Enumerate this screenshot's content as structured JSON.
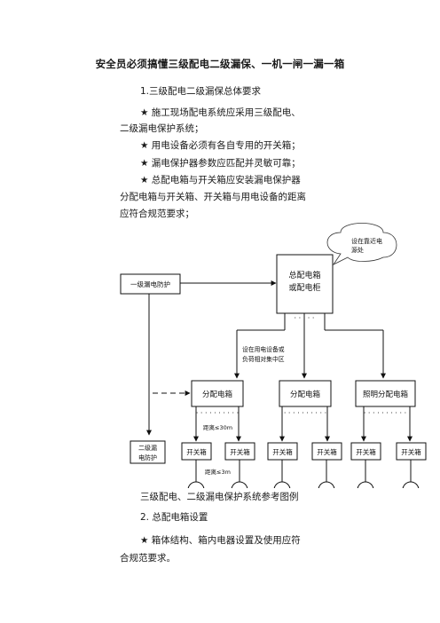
{
  "title": "安全员必须搞懂三级配电二级漏保、一机一闸一漏一箱",
  "paragraphs": [
    "1.三级配电二级漏保总体要求",
    "★ 施工现场配电系统应采用三级配电、",
    "二级漏电保护系统；",
    "★ 用电设备必须有各自专用的开关箱；",
    "★ 漏电保护器参数应匹配并灵敏可靠；",
    "★ 总配电箱与开关箱应安装漏电保护器",
    "分配电箱与开关箱、开关箱与用电设备的距离",
    "应符合规范要求；"
  ],
  "diagram": {
    "callout": [
      "设在靠近电",
      "源处"
    ],
    "level1_protection": "一级漏电防护",
    "main_box": [
      "总配电箱",
      "或配电柜"
    ],
    "branch_note": [
      "设在用电设备或",
      "负荷相对集中区"
    ],
    "distribution_boxes": [
      "分配电箱",
      "分配电箱",
      "照明分配电箱"
    ],
    "distance_label_1": "距离≤30m",
    "level2_protection": [
      "二级漏",
      "电防护"
    ],
    "switch_box": "开关箱",
    "distance_label_2": "距离≤3m"
  },
  "caption": "三级配电、二级漏电保护系统参考图例",
  "section2": "2. 总配电箱设置",
  "section2_items": [
    "★ 箱体结构、箱内电器设置及使用应符",
    "合规范要求。"
  ]
}
